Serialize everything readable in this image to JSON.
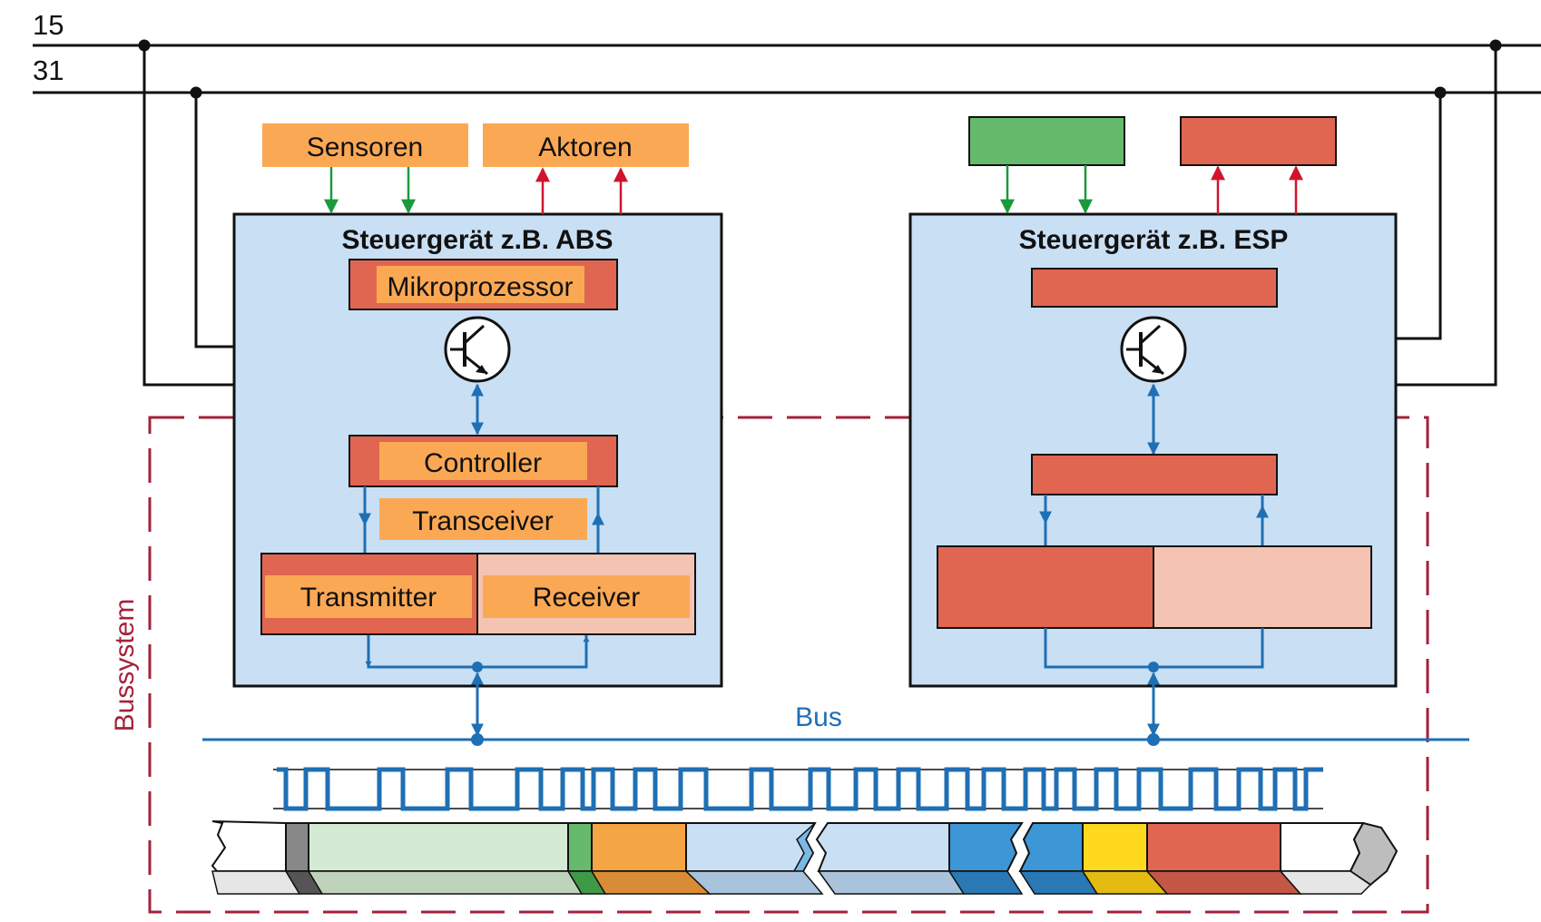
{
  "rails": {
    "top_label": "15",
    "bottom_label": "31"
  },
  "inputs": {
    "sensors_label": "Sensoren",
    "actuators_label": "Aktoren"
  },
  "ecu_left": {
    "title": "Steuergerät z.B. ABS",
    "microprocessor": "Mikroprozessor",
    "controller": "Controller",
    "transceiver": "Transceiver",
    "transmitter": "Transmitter",
    "receiver": "Receiver"
  },
  "ecu_right": {
    "title": "Steuergerät z.B. ESP"
  },
  "bus": {
    "label": "Bus",
    "system_label": "Bussystem"
  },
  "colors": {
    "ecu_fill": "#c9dff4",
    "orange": "#fba855",
    "red": "#e06652",
    "pink": "#f4c3b1",
    "green": "#66ba6b",
    "blue": "#1f6fb4",
    "dark_red": "#a5213a"
  },
  "icons": [
    "transistor-icon",
    "transistor-icon",
    "signal-waveform",
    "frame-segments-strip"
  ]
}
